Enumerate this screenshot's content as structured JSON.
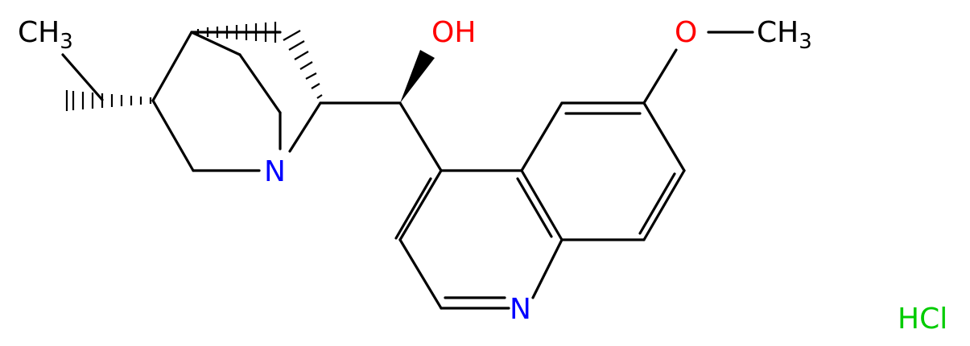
{
  "molecule": {
    "salt_label": "HCl",
    "colors": {
      "bond": "#000000",
      "oxygen": "#ff0000",
      "nitrogen": "#0000ff",
      "chlorine": "#00cc00"
    },
    "atoms": {
      "ch3_left": {
        "main": "CH",
        "sub": "3"
      },
      "oh": "OH",
      "n_quinuclidine": "N",
      "n_quinoline": "N",
      "o_methoxy": "O",
      "ch3_methoxy": {
        "main": "CH",
        "sub": "3"
      }
    }
  }
}
